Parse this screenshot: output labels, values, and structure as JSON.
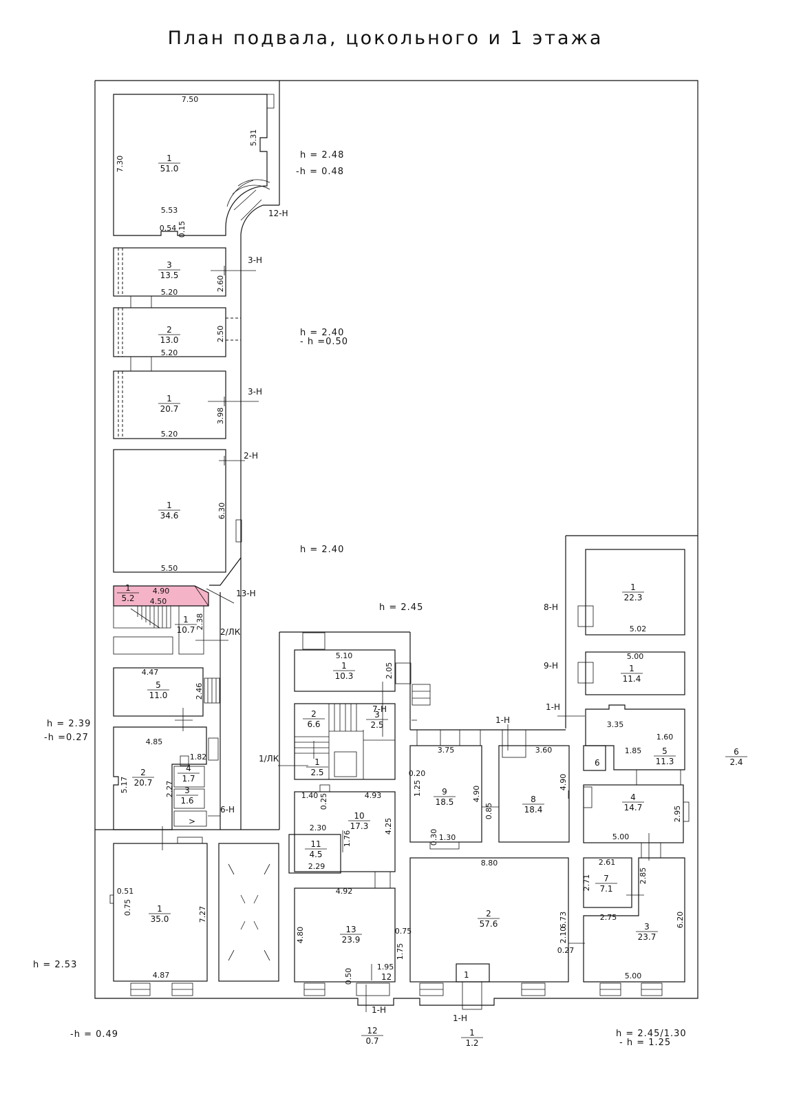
{
  "title": "План подвала, цокольного и 1 этажа",
  "heights": {
    "h1": "h = 2.48",
    "h1b": "-h = 0.48",
    "h2": "h = 2.40",
    "h2b": "- h =0.50",
    "h3": "h = 2.40",
    "h4": "h = 2.45",
    "h5": "h = 2.39",
    "h5b": "-h =0.27",
    "h6": "h = 2.53",
    "h7": "-h = 0.49",
    "h8": "h = 2.45/1.30",
    "h8b": "- h = 1.25"
  },
  "rooms": [
    {
      "n": "1",
      "a": "51.0"
    },
    {
      "n": "3",
      "a": "13.5"
    },
    {
      "n": "2",
      "a": "13.0"
    },
    {
      "n": "1",
      "a": "20.7"
    },
    {
      "n": "1",
      "a": "34.6"
    },
    {
      "n": "1",
      "a": "5.2"
    },
    {
      "n": "1",
      "a": "10.7"
    },
    {
      "n": "5",
      "a": "11.0"
    },
    {
      "n": "2",
      "a": "20.7"
    },
    {
      "n": "4",
      "a": "1.7"
    },
    {
      "n": "3",
      "a": "1.6"
    },
    {
      "n": "1",
      "a": "35.0"
    },
    {
      "n": "1",
      "a": "10.3"
    },
    {
      "n": "2",
      "a": "6.6"
    },
    {
      "n": "3",
      "a": "2.5"
    },
    {
      "n": "1",
      "a": "2.5"
    },
    {
      "n": "10",
      "a": "17.3"
    },
    {
      "n": "11",
      "a": "4.5"
    },
    {
      "n": "13",
      "a": "23.9"
    },
    {
      "n": "9",
      "a": "18.5"
    },
    {
      "n": "8",
      "a": "18.4"
    },
    {
      "n": "2",
      "a": "57.6"
    },
    {
      "n": "1",
      "a": "22.3"
    },
    {
      "n": "1",
      "a": "11.4"
    },
    {
      "n": "5",
      "a": "11.3"
    },
    {
      "n": "4",
      "a": "14.7"
    },
    {
      "n": "7",
      "a": "7.1"
    },
    {
      "n": "3",
      "a": "23.7"
    },
    {
      "n": "6",
      "a": "2.4"
    },
    {
      "n": "12",
      "a": "0.7"
    },
    {
      "n": "1",
      "a": "1.2"
    }
  ],
  "labels": {
    "r6": "6",
    "r12": "12",
    "r1s": "1",
    "d1": "1-Н",
    "d2": "2-Н",
    "d3a": "3-Н",
    "d3b": "3-Н",
    "d6": "6-Н",
    "d7": "7-Н",
    "d8": "8-Н",
    "d9": "9-Н",
    "d12": "12-Н",
    "d13": "13-Н",
    "d1a": "1-Н",
    "d1b": "1-Н",
    "d1c": "1-Н",
    "dk2": "2/ЛК",
    "dk1": "1/ЛК",
    "arrow": ">"
  },
  "dims": [
    "7.50",
    "5.31",
    "7.30",
    "5.53",
    "0.54",
    "0.15",
    "2.60",
    "5.20",
    "2.50",
    "5.20",
    "3.98",
    "5.20",
    "6.30",
    "5.50",
    "4.90",
    "4.50",
    "2.38",
    "4.47",
    "2.46",
    "4.85",
    "5.17",
    "1.82",
    "2.27",
    "0.51",
    "0.75",
    "7.27",
    "4.87",
    "5.10",
    "2.05",
    "1.40",
    "0.25",
    "4.93",
    "4.25",
    "2.30",
    "1.76",
    "2.29",
    "4.92",
    "4.80",
    "0.50",
    "1.95",
    "0.75",
    "1.75",
    "3.75",
    "0.20",
    "1.25",
    "4.90",
    "0.30",
    "1.30",
    "3.60",
    "0.85",
    "4.90",
    "8.80",
    "6.73",
    "2.10",
    "0.27",
    "5.02",
    "5.00",
    "3.35",
    "1.60",
    "1.85",
    "5.00",
    "2.95",
    "2.61",
    "2.71",
    "2.85",
    "2.75",
    "6.20",
    "5.00"
  ]
}
